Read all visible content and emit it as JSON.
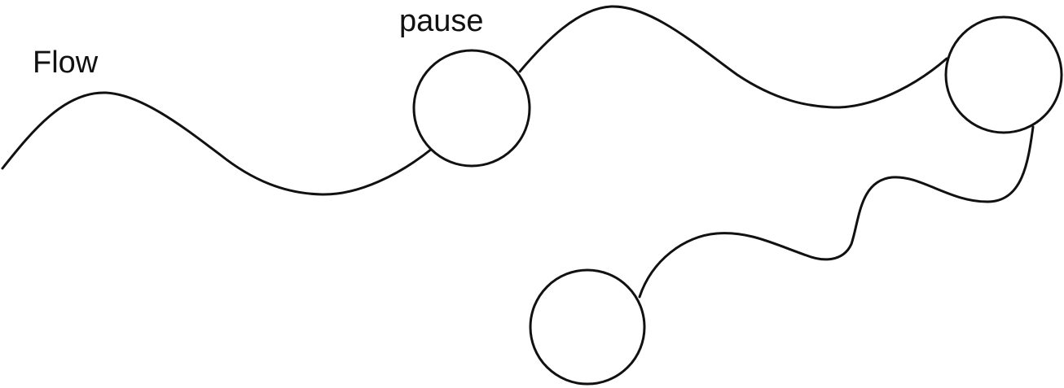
{
  "labels": {
    "flow": "Flow",
    "pause": "pause"
  },
  "nodes": [
    {
      "name": "pause-node"
    },
    {
      "name": "upper-right-node"
    },
    {
      "name": "lower-node"
    }
  ],
  "colors": {
    "stroke": "#111111",
    "background": "#ffffff",
    "node_fill": "#ffffff"
  }
}
